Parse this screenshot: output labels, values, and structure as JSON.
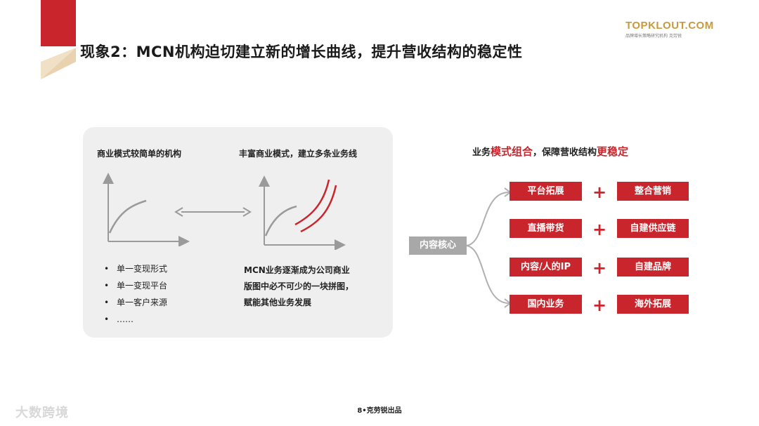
{
  "header": {
    "title": "现象2：MCN机构迫切建立新的增长曲线，提升营收结构的稳定性",
    "brand_name": "TOPKLOUT.COM",
    "brand_sub": "品牌增长策略研究机构 克劳锐"
  },
  "left_panel": {
    "heading_simple": "商业模式较简单的机构",
    "heading_rich": "丰富商业模式，建立多条业务线",
    "bullets": [
      "单一变现形式",
      "单一变现平台",
      "单一客户来源",
      "……"
    ],
    "description": [
      "MCN业务逐渐成为公司商业",
      "版图中必不可少的一块拼图，",
      "赋能其他业务发展"
    ]
  },
  "right_panel": {
    "title_prefix": "业务",
    "title_highlight_1": "模式组合",
    "title_middle": "，保障营收结构",
    "title_highlight_2": "更稳定",
    "core_label": "内容核心",
    "plus_symbol": "+",
    "pairs": [
      {
        "left": "平台拓展",
        "right": "整合营销"
      },
      {
        "left": "直播带货",
        "right": "自建供应链"
      },
      {
        "left": "内容/人的IP",
        "right": "自建品牌"
      },
      {
        "left": "国内业务",
        "right": "海外拓展"
      }
    ]
  },
  "footer": {
    "page_label": "8•克劳锐出品"
  },
  "watermark": {
    "text": "大数跨境"
  },
  "colors": {
    "accent_red": "#c8252c",
    "beige": "#e8d2b0",
    "gray_box": "#a8a8a8",
    "panel_bg": "#efefef",
    "gold": "#c79a3f"
  }
}
